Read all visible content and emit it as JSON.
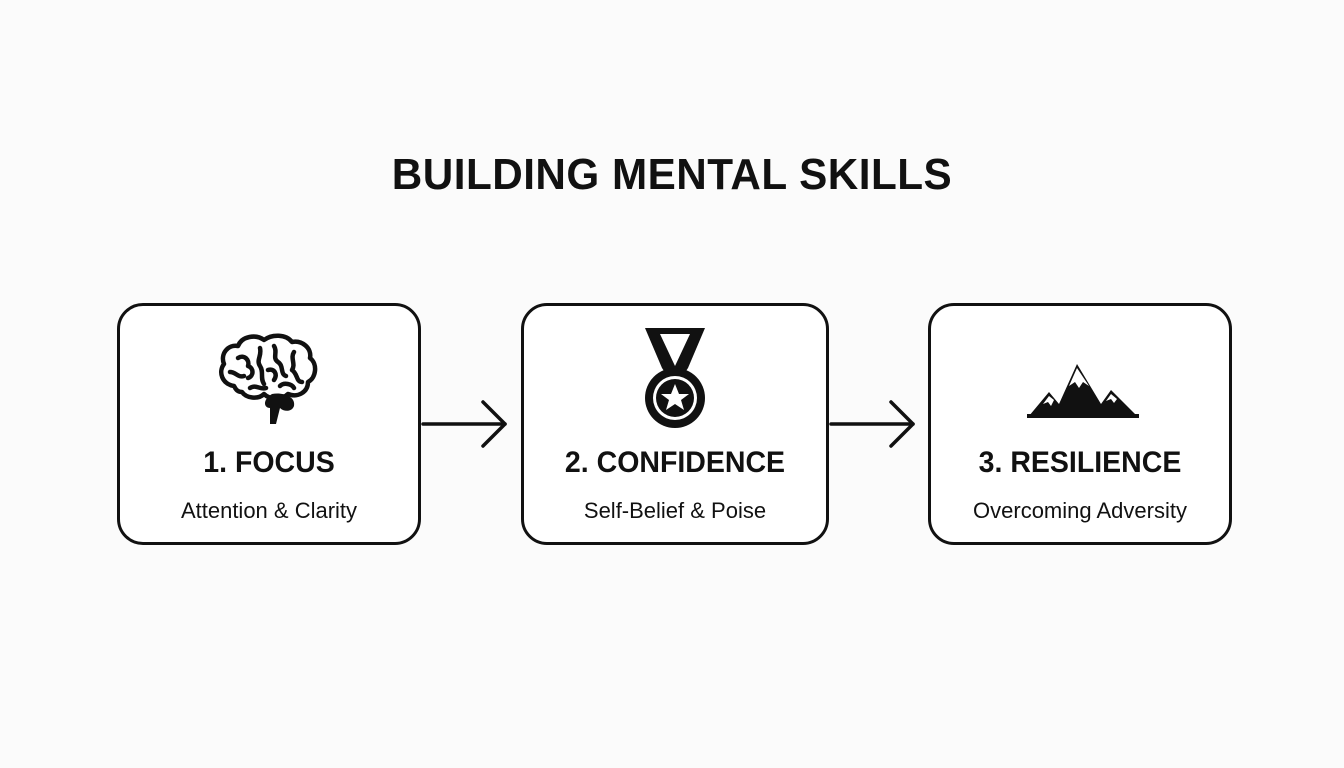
{
  "title": "BUILDING MENTAL SKILLS",
  "steps": [
    {
      "heading": "1. FOCUS",
      "subtitle": "Attention & Clarity",
      "icon": "brain-icon"
    },
    {
      "heading": "2. CONFIDENCE",
      "subtitle": "Self-Belief & Poise",
      "icon": "medal-icon"
    },
    {
      "heading": "3. RESILIENCE",
      "subtitle": "Overcoming Adversity",
      "icon": "mountain-icon"
    }
  ],
  "colors": {
    "stroke": "#111111",
    "background": "#fbfbfb",
    "card_fill": "#ffffff"
  }
}
